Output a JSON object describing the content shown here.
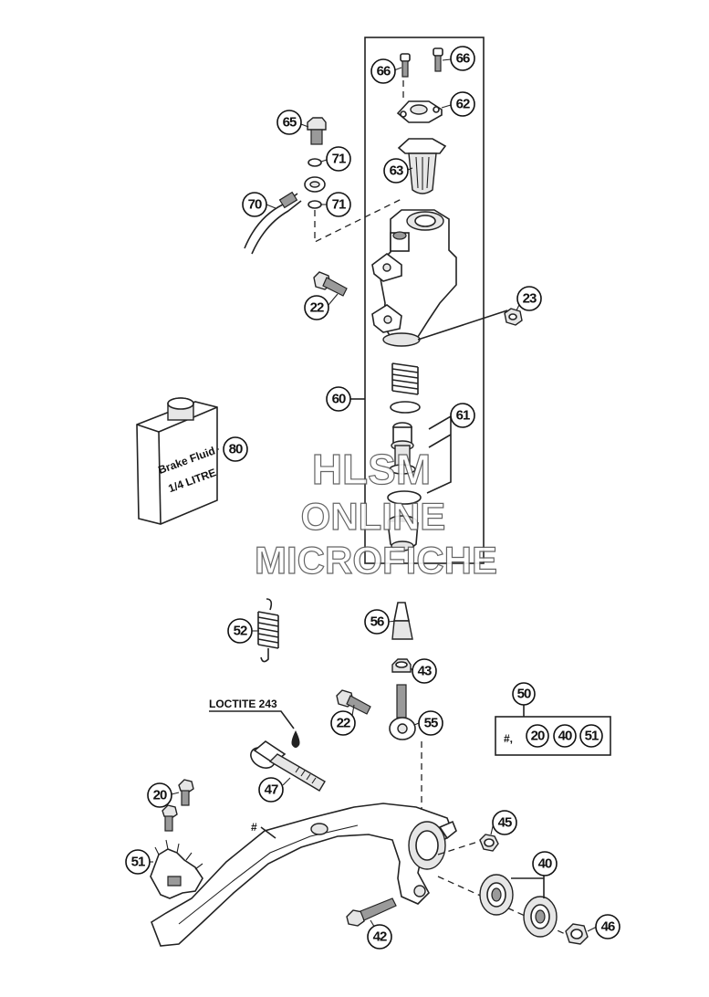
{
  "callouts": [
    {
      "id": "c66a",
      "label": "66"
    },
    {
      "id": "c66b",
      "label": "66"
    },
    {
      "id": "c62",
      "label": "62"
    },
    {
      "id": "c65",
      "label": "65"
    },
    {
      "id": "c71a",
      "label": "71"
    },
    {
      "id": "c63",
      "label": "63"
    },
    {
      "id": "c70",
      "label": "70"
    },
    {
      "id": "c71b",
      "label": "71"
    },
    {
      "id": "c22a",
      "label": "22"
    },
    {
      "id": "c23",
      "label": "23"
    },
    {
      "id": "c60",
      "label": "60"
    },
    {
      "id": "c61",
      "label": "61"
    },
    {
      "id": "c80",
      "label": "80"
    },
    {
      "id": "c52",
      "label": "52"
    },
    {
      "id": "c56",
      "label": "56"
    },
    {
      "id": "c43",
      "label": "43"
    },
    {
      "id": "c50",
      "label": "50"
    },
    {
      "id": "c22b",
      "label": "22"
    },
    {
      "id": "c55",
      "label": "55"
    },
    {
      "id": "c47",
      "label": "47"
    },
    {
      "id": "c20a",
      "label": "20"
    },
    {
      "id": "c45",
      "label": "45"
    },
    {
      "id": "c40a",
      "label": "40"
    },
    {
      "id": "c51a",
      "label": "51"
    },
    {
      "id": "c42",
      "label": "42"
    },
    {
      "id": "c46",
      "label": "46"
    }
  ],
  "kit_box": {
    "prefix": "#,",
    "items": [
      "20",
      "40",
      "51"
    ]
  },
  "loctite_label": "LOCTITE 243",
  "hash_marker": "#",
  "brake_fluid": {
    "line1": "Brake Fluid",
    "line2": "1/4 LITRE"
  },
  "watermark": {
    "line1": "HLSM",
    "line2": "ONLINE",
    "line3": "MICROFICHE"
  }
}
